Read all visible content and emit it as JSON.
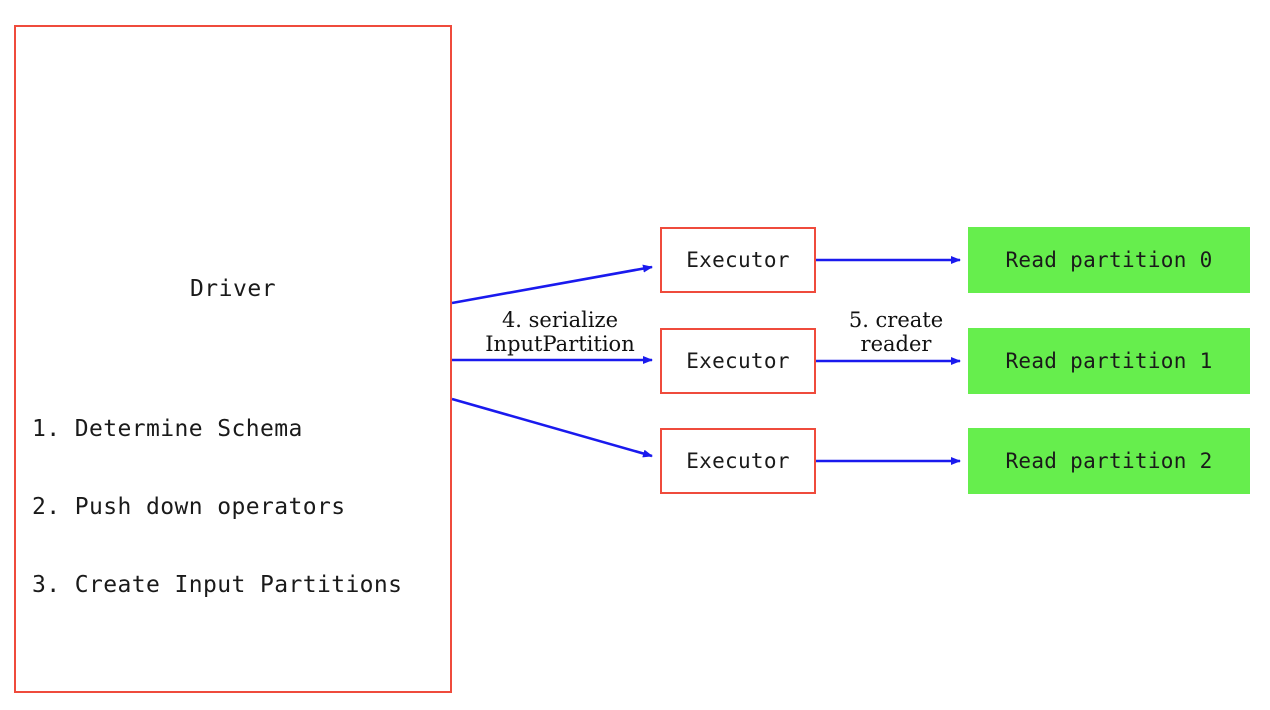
{
  "diagram": {
    "driver": {
      "title": "Driver",
      "steps": [
        "1. Determine Schema",
        "2. Push down operators",
        "3. Create Input Partitions"
      ]
    },
    "executors": [
      {
        "label": "Executor"
      },
      {
        "label": "Executor"
      },
      {
        "label": "Executor"
      }
    ],
    "partitions": [
      {
        "label": "Read partition 0"
      },
      {
        "label": "Read partition 1"
      },
      {
        "label": "Read partition 2"
      }
    ],
    "edge_labels": {
      "serialize_line1": "4. serialize",
      "serialize_line2": "InputPartition",
      "create_line1": "5. create",
      "create_line2": "reader"
    },
    "colors": {
      "box_border_red": "#ef4b3c",
      "partition_green": "#66ee4d",
      "arrow_blue": "#1a1aee",
      "text_black": "#1a1a1a",
      "background": "#ffffff"
    }
  }
}
